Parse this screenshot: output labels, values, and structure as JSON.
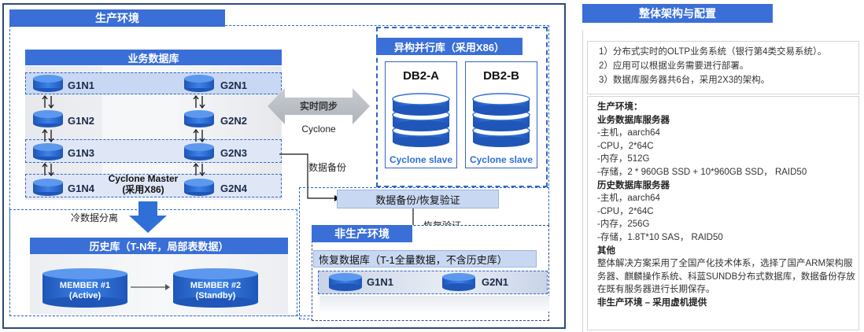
{
  "production": {
    "title": "生产环境",
    "business_db": {
      "title": "业务数据库",
      "left_nodes": [
        "G1N1",
        "G1N2",
        "G1N3",
        "G1N4"
      ],
      "right_nodes": [
        "G2N1",
        "G2N2",
        "G2N3",
        "G2N4"
      ],
      "master_label_1": "Cyclone Master",
      "master_label_2": "(采用X86)"
    },
    "sync_label": "实时同步",
    "sync_tool": "Cyclone",
    "backup_label": "数据备份",
    "cold_split": "冷数据分离",
    "history_db": {
      "title": "历史库（T-N年，局部表数据）",
      "member1_name": "MEMBER #1",
      "member1_state": "(Active)",
      "member2_name": "MEMBER #2",
      "member2_state": "(Standby)"
    },
    "hetero_db": {
      "title": "异构并行库（采用X86）",
      "db_a": "DB2-A",
      "db_b": "DB2-B",
      "slave_a": "Cyclone slave",
      "slave_b": "Cyclone slave"
    },
    "backup_restore": "数据备份/恢复验证",
    "restore_verify": "恢复验证"
  },
  "non_production": {
    "title": "非生产环境",
    "restore_db": "恢复数据库（T-1全量数据，不含历史库）",
    "nodes": [
      "G1N1",
      "G2N1"
    ]
  },
  "right_panel": {
    "title": "整体架构与配置",
    "intro": [
      "1）分布式实时的OLTP业务系统（银行第4类交易系统）。",
      "2）应用可以根据业务需要进行部署。",
      "3）数据库服务器共6台，采用2X3的架构。"
    ],
    "lines": [
      {
        "text": "生产环境：",
        "bold": true
      },
      {
        "text": "业务数据库服务器",
        "bold": true
      },
      {
        "text": "-主机，aarch64",
        "bold": false
      },
      {
        "text": "-CPU，2*64C",
        "bold": false
      },
      {
        "text": "-内存，512G",
        "bold": false
      },
      {
        "text": "-存储，2 * 960GB SSD + 10*960GB SSD， RAID50",
        "bold": false
      },
      {
        "text": "历史数据库服务器",
        "bold": true
      },
      {
        "text": "-主机，aarch64",
        "bold": false
      },
      {
        "text": "-CPU，2*64C",
        "bold": false
      },
      {
        "text": "-内存，256G",
        "bold": false
      },
      {
        "text": "-存储，1.8T*10 SAS， RAID50",
        "bold": false
      },
      {
        "text": "其他",
        "bold": true
      },
      {
        "text": "整体解决方案采用了全国产化技术体系，选择了国产ARM架构服务器、麒麟操作系统、科蓝SUNDB分布式数据库，数据备份存放在既有服务器进行长期保存。",
        "bold": false
      },
      {
        "text": "非生产环境 – 采用虚机提供",
        "bold": true
      }
    ]
  },
  "colors": {
    "accent": "#3a6fd8",
    "frame": "#2e4a78",
    "cylinder": "#2f6fd6",
    "slave_text": "#2f6fd6"
  }
}
